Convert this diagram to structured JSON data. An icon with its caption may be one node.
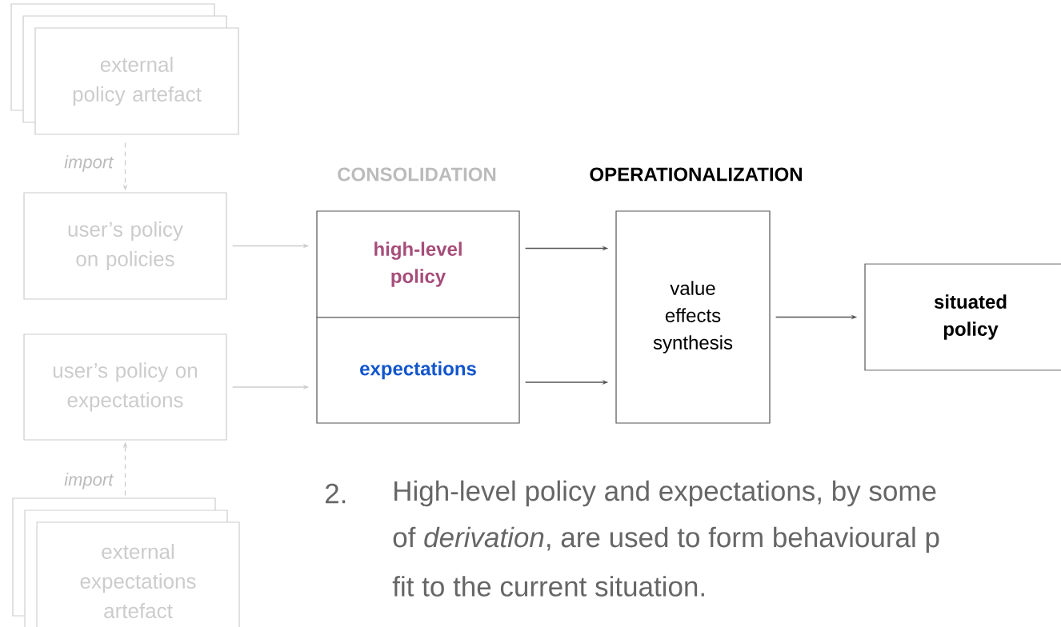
{
  "diagram": {
    "nodes": [
      {
        "text": [
          "external policy artefact"
        ]
      },
      {
        "text": [
          "user’s policy on policies"
        ]
      },
      {
        "text": [
          "user’s policy on expectations"
        ]
      },
      {
        "text": [
          "external expectations artefact"
        ]
      },
      {
        "text": [
          "high-level policy"
        ]
      },
      {
        "text": [
          "expectations"
        ]
      },
      {
        "text": [
          "value effects synthesis"
        ]
      },
      {
        "text": [
          "situated policy"
        ]
      }
    ],
    "edges": [
      {
        "from": 0,
        "to": 1,
        "arrow": "to",
        "label": "import",
        "style": "dashed"
      },
      {
        "from": 3,
        "to": 2,
        "arrow": "to",
        "label": "import",
        "style": "dashed"
      },
      {
        "from": 1,
        "to": 4,
        "arrow": "to"
      },
      {
        "from": 2,
        "to": 5,
        "arrow": "to"
      },
      {
        "from": 4,
        "to": 6,
        "arrow": "to",
        "color": "#555555"
      },
      {
        "from": 5,
        "to": 6,
        "arrow": "to",
        "color": "#555555"
      },
      {
        "from": 6,
        "to": 7,
        "arrow": "to",
        "color": "#555555"
      }
    ],
    "labels": [
      "CONSOLIDATION",
      "OPERATIONALIZATION",
      "2.",
      "High-level policy and expectations, by some",
      "of *derivation*, are used to form behavioural p",
      "fit to the current situation."
    ]
  }
}
